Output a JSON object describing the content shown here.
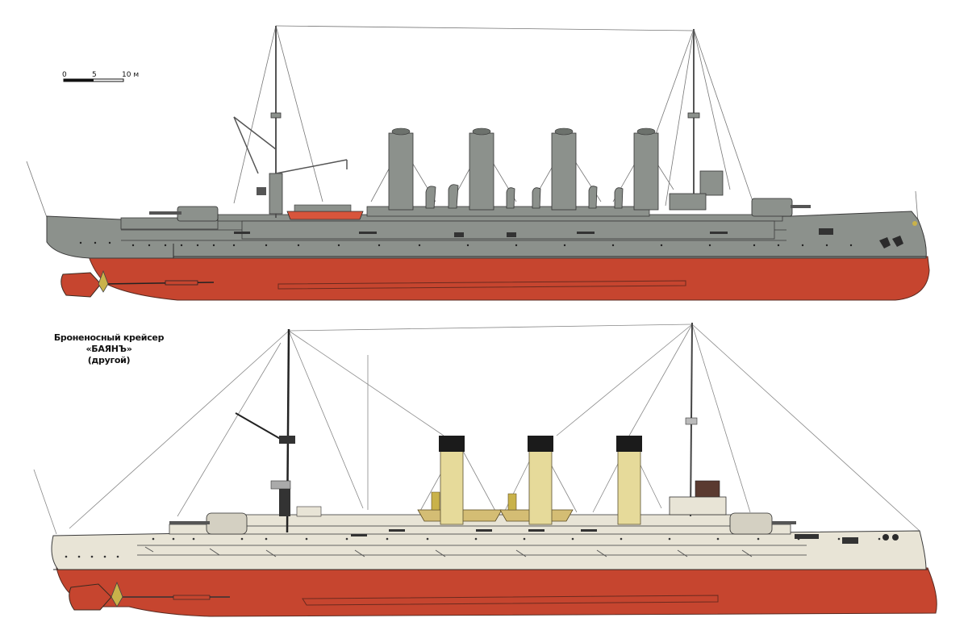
{
  "scale_bar": {
    "tick_0": "0",
    "tick_5": "5",
    "tick_10": "10 м"
  },
  "caption": {
    "line1": "Броненосный крейсер «БАЯНЪ»",
    "line2": "(другой)"
  },
  "colors": {
    "hull_grey": "#8c918c",
    "hull_cream": "#e8e4d6",
    "underwater_red": "#c6452f",
    "funnel_grey": "#8c918c",
    "funnel_buff": "#e6da9a",
    "funnel_cap_black": "#1b1b1b",
    "boat_orange": "#d8553c",
    "boat_gold": "#d4bd74",
    "brass": "#c9b24a",
    "rigging": "#777777"
  }
}
